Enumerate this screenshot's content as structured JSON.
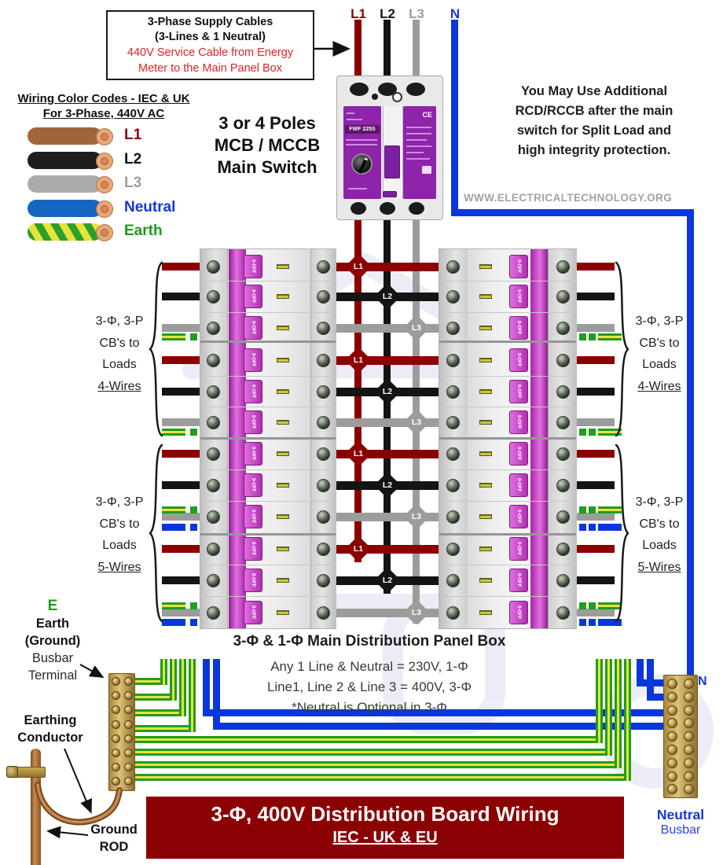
{
  "colors": {
    "l1": "#8B0000",
    "l2": "#141414",
    "l3": "#9C9C9C",
    "neutral": "#0A37DC",
    "earth_green": "#1F9E1F",
    "earth_yellow": "#E8E23C",
    "banner_bg": "#8B0000",
    "magenta": "#CC3FCC",
    "mccb_purple": "#8E24AA",
    "brass": "#B89040",
    "copper": "#B87333",
    "red_text": "#E32222",
    "gray_text": "#A2A2A2"
  },
  "supply_box": {
    "line1": "3-Phase Supply Cables",
    "line2": "(3-Lines & 1 Neutral)",
    "line3": "440V Service Cable from Energy",
    "line4": "Meter to the Main Panel Box"
  },
  "phases": {
    "l1": "L1",
    "l2": "L2",
    "l3": "L3",
    "n": "N"
  },
  "legend": {
    "title1": "Wiring Color Codes - IEC & UK",
    "title2": "For 3-Phase, 440V AC",
    "items": [
      {
        "label": "L1",
        "cable": "#A2653B",
        "text": "#8B0000"
      },
      {
        "label": "L2",
        "cable": "#1E1E1E",
        "text": "#111111"
      },
      {
        "label": "L3",
        "cable": "#ABABAB",
        "text": "#9C9C9C"
      },
      {
        "label": "Neutral",
        "cable": "#1566C0",
        "text": "#1535E0"
      },
      {
        "label": "Earth",
        "cable": "earth-striped",
        "text": "#1B9B1B"
      }
    ]
  },
  "main_switch": {
    "line1": "3 or 4 Poles",
    "line2": "MCB / MCCB",
    "line3": "Main Switch",
    "model": "FWF 225S",
    "ce": "CE"
  },
  "rcd_note": {
    "line1": "You May Use Additional",
    "line2": "RCD/RCCB after the main",
    "line3": "switch for Split Load and",
    "line4": "high integrity protection."
  },
  "website": "WWW.ELECTRICALTECHNOLOGY.ORG",
  "cb_labels": {
    "four": {
      "l1": "3-Φ, 3-P",
      "l2": "CB's to",
      "l3": "Loads",
      "l4": "4-Wires"
    },
    "five": {
      "l1": "3-Φ, 3-P",
      "l2": "CB's to",
      "l3": "Loads",
      "l4": "5-Wires"
    }
  },
  "panel": {
    "title": "3-Φ & 1-Φ Main Distribution Panel Box",
    "note1": "Any 1 Line & Neutral = 230V, 1-Φ",
    "note2": "Line1, Line 2 & Line 3 = 400V, 3-Φ",
    "note3": "*Neutral is Optional in 3-Φ"
  },
  "earth_block": {
    "e": "E",
    "l1": "Earth",
    "l2": "(Ground)",
    "l3": "Busbar",
    "l4": "Terminal"
  },
  "earthing": {
    "l1": "Earthing",
    "l2": "Conductor"
  },
  "ground_rod": {
    "l1": "Ground",
    "l2": "ROD"
  },
  "neutral_block": {
    "n": "N",
    "l1": "Neutral",
    "l2": "Busbar"
  },
  "banner": {
    "title": "3-Φ, 400V Distribution Board Wiring",
    "subtitle": "IEC - UK & EU"
  },
  "breakers": {
    "toggle_label": "0-OFF"
  }
}
